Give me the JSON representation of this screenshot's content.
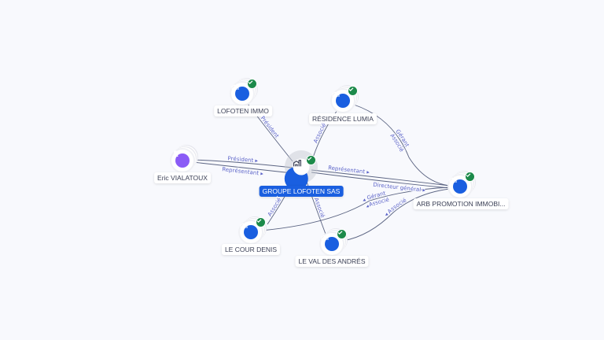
{
  "nodes": {
    "center": {
      "label": "GROUPE LOFOTEN SAS",
      "icon": "building-icon"
    },
    "lofoten_immo": {
      "label": "LOFOTEN IMMO",
      "icon": "building-icon"
    },
    "residence_lumia": {
      "label": "RÉSIDENCE LUMIA",
      "icon": "building-icon"
    },
    "eric": {
      "label": "Eric VIALATOUX",
      "icon": "person-icon"
    },
    "cour_denis": {
      "label": "LE COUR DENIS",
      "icon": "building-icon"
    },
    "val_andres": {
      "label": "LE VAL DES ANDRÉS",
      "icon": "building-icon"
    },
    "arb": {
      "label": "ARB PROMOTION IMMOBI..."
    }
  },
  "edges": {
    "lofoten_president": "Président",
    "lumia_associe": "Associé",
    "eric_president": "Président ▸",
    "eric_representant": "Représentant ▸",
    "center_arb_representant": "Représentant ▸",
    "center_arb_directeur": "Directeur général ▸",
    "lumia_arb_gerant": "Gérant",
    "lumia_arb_associe": "Associé",
    "center_cour_associe": "Associé",
    "center_val_associe": "Associé",
    "cour_arb_gerant": "◂ Gérant",
    "cour_arb_associe": "◂ Associé",
    "val_arb_associe": "◂ Associé"
  },
  "colors": {
    "accent": "#1a5fe0",
    "person": "#8b5cf6",
    "verified": "#1c8a4a"
  }
}
